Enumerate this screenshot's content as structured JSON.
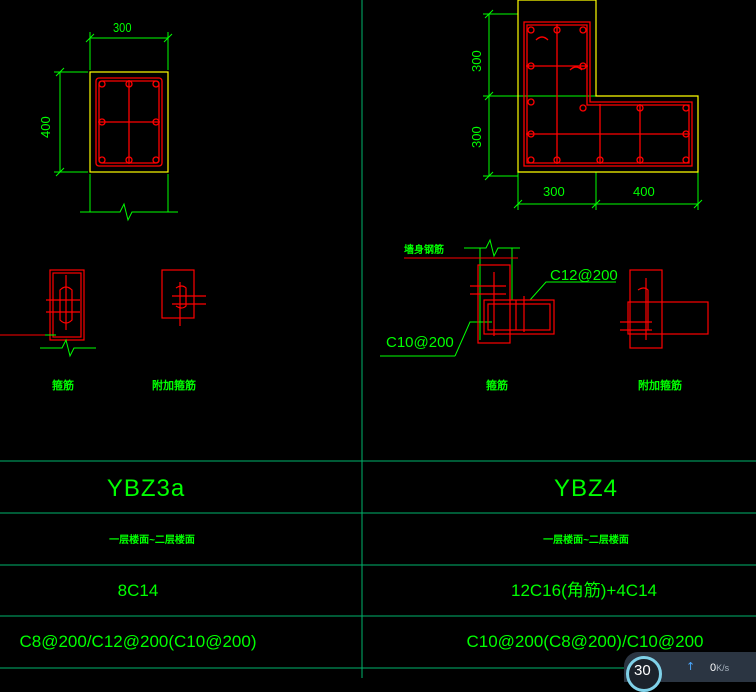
{
  "colors": {
    "background": "#000000",
    "grid": "#00b36b",
    "dimension": "#00ff00",
    "outline": "#ffff00",
    "rebar": "#ff0000",
    "text": "#00ff00"
  },
  "left_detail": {
    "dim_width": "300",
    "dim_height": "400",
    "caption_left": "箍筋",
    "caption_right": "附加箍筋"
  },
  "right_detail": {
    "dim_top_height": "300",
    "dim_bottom_height": "300",
    "dim_bottom_left": "300",
    "dim_bottom_right": "400",
    "label_wall": "墙身钢筋",
    "label_c12": "C12@200",
    "label_c10": "C10@200",
    "caption_left": "箍筋",
    "caption_right": "附加箍筋"
  },
  "table": {
    "rows": [
      {
        "left": "YBZ3a",
        "right": "YBZ4"
      },
      {
        "left": "一层楼面~二层楼面",
        "right": "一层楼面~二层楼面"
      },
      {
        "left": "8C14",
        "right": "12C16(角筋)+4C14"
      },
      {
        "left": "C8@200/C12@200(C10@200)",
        "right": "C10@200(C8@200)/C10@200"
      }
    ]
  },
  "overlay": {
    "number": "30",
    "arrow": "↑",
    "speed_value": "0",
    "speed_unit": "K/s"
  }
}
